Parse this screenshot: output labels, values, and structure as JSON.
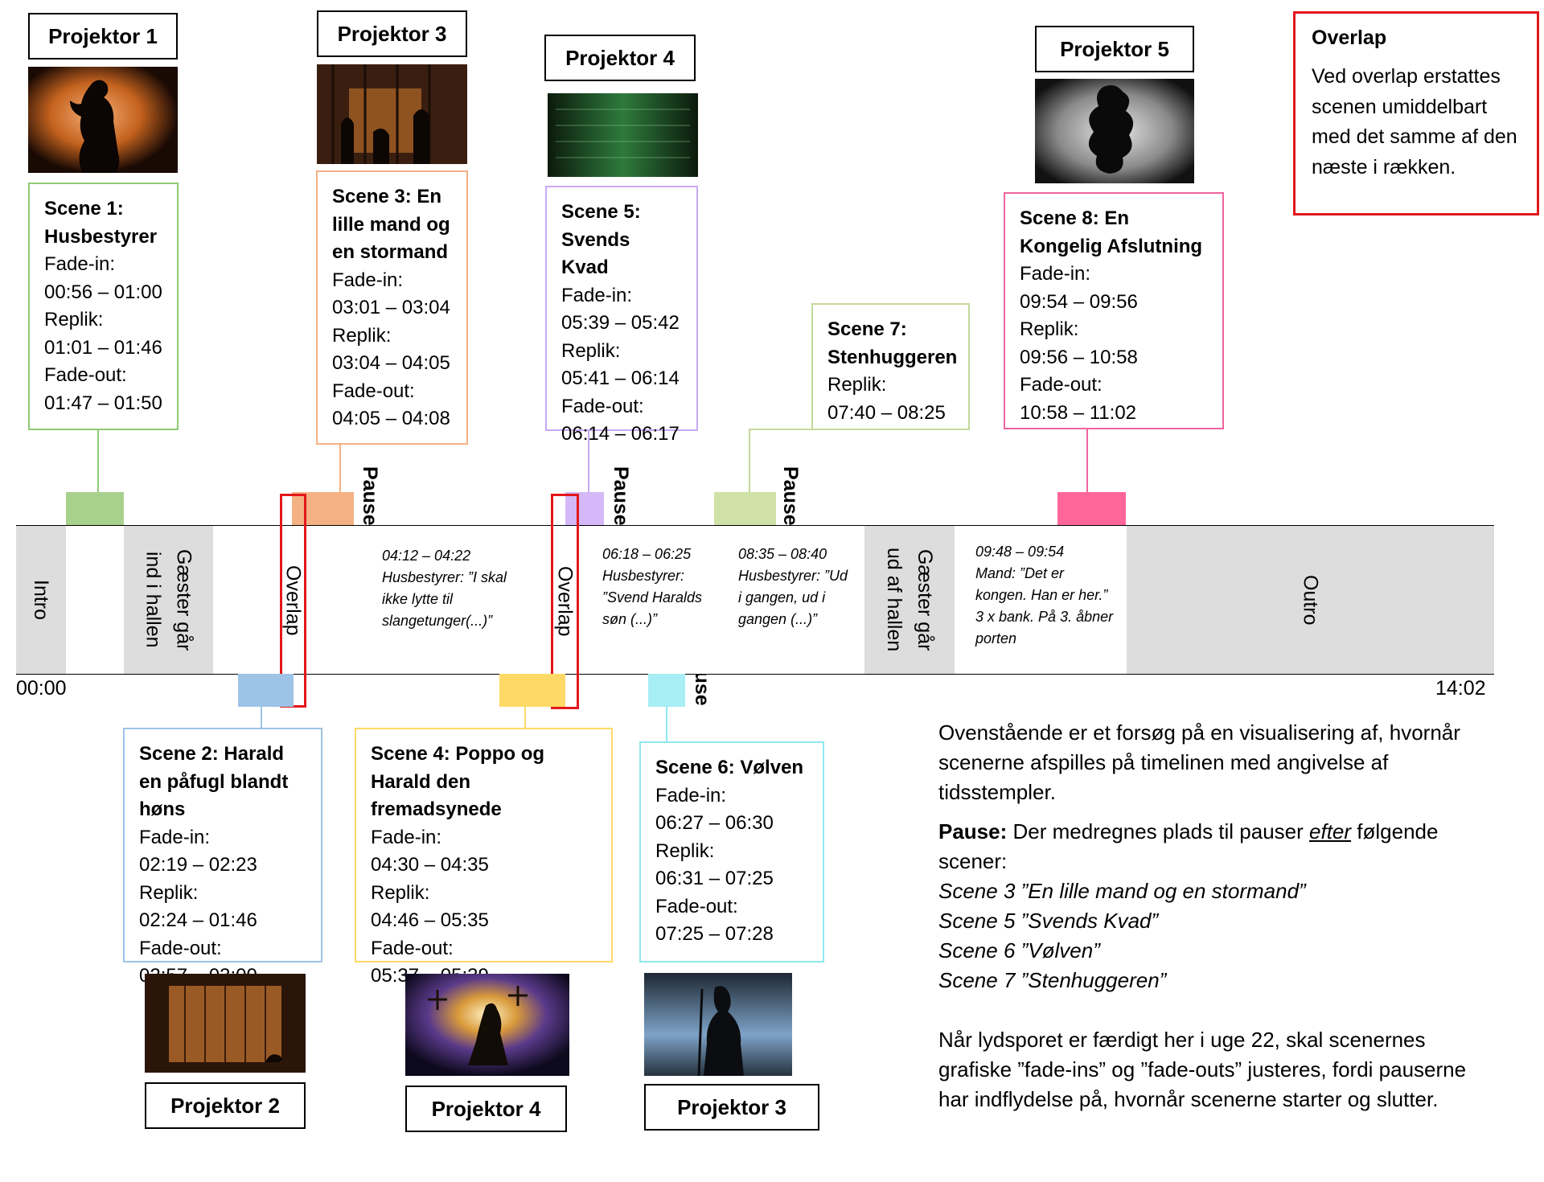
{
  "overlap_box": {
    "title": "Overlap",
    "text": "Ved overlap erstattes scenen umiddelbart med det samme af den næste i rækken."
  },
  "projectors_top": [
    "Projektor 1",
    "Projektor 3",
    "Projektor 4",
    "Projektor 5"
  ],
  "projectors_bottom": [
    "Projektor 2",
    "Projektor 4",
    "Projektor 3"
  ],
  "scenes": {
    "s1": {
      "title": "Scene 1: Husbestyrer",
      "lines": [
        "Fade-in:",
        "00:56 – 01:00",
        "Replik:",
        "01:01 – 01:46",
        "Fade-out:",
        "01:47 – 01:50"
      ],
      "color": "#8fca74"
    },
    "s2": {
      "title": "Scene 2: Harald en påfugl blandt høns",
      "lines": [
        "Fade-in:",
        "02:19 – 02:23",
        "Replik:",
        "02:24 – 01:46",
        "Fade-out:",
        "02:57  – 03:00"
      ],
      "color": "#9dc3e6"
    },
    "s3": {
      "title": "Scene 3: En lille mand og en stormand",
      "lines": [
        "Fade-in:",
        "03:01 – 03:04",
        "Replik:",
        "03:04 – 04:05",
        "Fade-out:",
        "04:05 – 04:08"
      ],
      "color": "#f4b183"
    },
    "s4": {
      "title": "Scene 4: Poppo og Harald den fremadsynede",
      "lines": [
        "Fade-in:",
        "04:30 – 04:35",
        "Replik:",
        "04:46 – 05:35",
        "Fade-out:",
        "05:37 – 05:39"
      ],
      "color": "#ffd966"
    },
    "s5": {
      "title": "Scene 5: Svends Kvad",
      "lines": [
        "Fade-in:",
        "05:39 – 05:42",
        "Replik:",
        "05:41 – 06:14",
        "Fade-out:",
        "06:14 – 06:17"
      ],
      "color": "#c9a8f5"
    },
    "s6": {
      "title": "Scene 6: Vølven",
      "lines": [
        "Fade-in:",
        "06:27 – 06:30",
        "Replik:",
        "06:31 – 07:25",
        "Fade-out:",
        "07:25 – 07:28"
      ],
      "color": "#8fe8f0"
    },
    "s7": {
      "title": "Scene 7: Stenhuggeren",
      "lines": [
        "Replik:",
        "07:40 – 08:25"
      ],
      "color": "#c5d99a"
    },
    "s8": {
      "title": "Scene 8: En Kongelig Afslutning",
      "lines": [
        "Fade-in:",
        "09:54 – 09:56",
        "Replik:",
        "09:56 – 10:58",
        "Fade-out:",
        "10:58 – 11:02"
      ],
      "color": "#f0649e"
    }
  },
  "timeline": {
    "start": "00:00",
    "end": "14:02",
    "intro": "Intro",
    "guests_in": "Gæster går\nind i hallen",
    "guests_out": "Gæster går\nud af hallen",
    "outro": "Outro",
    "overlap_label": "Overlap",
    "pause_label": "Pause"
  },
  "notes": {
    "n1": [
      "04:12 – 04:22",
      "Husbestyrer: ”I skal",
      "ikke lytte til",
      "slangetunger(...)”"
    ],
    "n2": [
      "06:18 – 06:25",
      "Husbestyrer:",
      "”Svend Haralds",
      "søn (...)”"
    ],
    "n3": [
      "08:35 – 08:40",
      "Husbestyrer: ”Ud",
      "i gangen, ud i",
      "gangen (...)”"
    ],
    "n4": [
      "09:48  – 09:54",
      "Mand: ”Det er",
      "kongen. Han er her.”",
      "3 x bank. På 3. åbner",
      "porten"
    ]
  },
  "description": {
    "p1": "Ovenstående er et forsøg på en visualisering af, hvornår scenerne afspilles på timelinen med angivelse af tidsstempler.",
    "pause_bold": "Pause:",
    "pause_text1": " Der medregnes plads til pauser ",
    "pause_efter": "efter",
    "pause_text2": " følgende scener:",
    "scene_list": [
      "Scene 3 ”En lille mand og en stormand”",
      "Scene 5 ”Svends Kvad”",
      "Scene 6 ”Vølven”",
      "Scene 7 ”Stenhuggeren”"
    ],
    "p3": "Når lydsporet er færdigt her i uge 22, skal scenernes grafiske ”fade-ins” og ”fade-outs” justeres, fordi pauserne har indflydelse på, hvornår scenerne starter og slutter."
  }
}
